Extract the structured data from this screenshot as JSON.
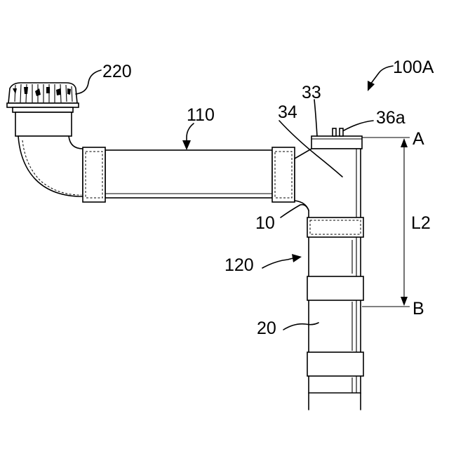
{
  "labels": {
    "figure_ref": "100A",
    "trap_header": "220",
    "horizontal_pipe": "110",
    "cap": "33",
    "elbow_end": "34",
    "terminal": "36a",
    "point_a": "A",
    "point_b": "B",
    "length": "L2",
    "joint": "10",
    "vertical_pipe": "120",
    "tube": "20"
  }
}
